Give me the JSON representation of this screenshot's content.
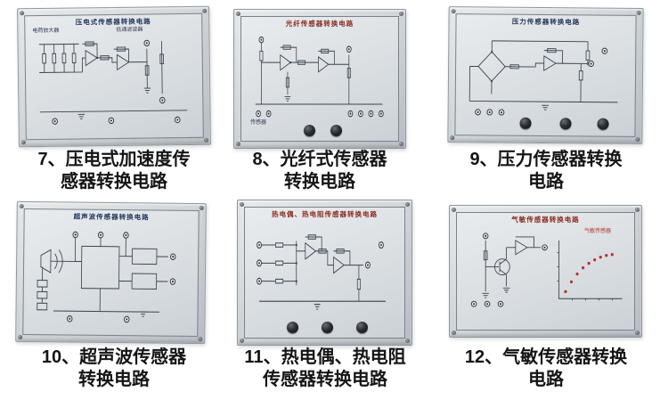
{
  "page": {
    "background": "#ffffff"
  },
  "colors": {
    "panel_frame": "#c9ced3",
    "panel_face": "#dfe3e6",
    "title_blue": "#23365c",
    "title_red": "#8a2a20",
    "schematic_line": "#39424c",
    "graph_dots_red": "#b5332a",
    "caption_text": "#151515"
  },
  "panels": [
    {
      "number": "7",
      "panel_title": "压电式传感器转换电路",
      "labels": [
        "电荷放大器",
        "低通滤波器"
      ],
      "caption_line1": "7、压电式加速度传",
      "caption_line2": "感器转换电路"
    },
    {
      "number": "8",
      "panel_title": "光纤传感器转换电路",
      "labels": [
        "传感器"
      ],
      "caption_line1": "8、光纤式传感器",
      "caption_line2": "转换电路"
    },
    {
      "number": "9",
      "panel_title": "压力传感器转换电路",
      "labels": [],
      "caption_line1": "9、压力传感器转换",
      "caption_line2": "电路"
    },
    {
      "number": "10",
      "panel_title": "超声波传感器转换电路",
      "labels": [],
      "caption_line1": "10、超声波传感器",
      "caption_line2": "转换电路"
    },
    {
      "number": "11",
      "panel_title": "热电偶、热电阻传感器转换电路",
      "labels": [],
      "caption_line1": "11、热电偶、热电阻",
      "caption_line2": "传感器转换电路"
    },
    {
      "number": "12",
      "panel_title": "气敏传感器转换电路",
      "labels": [
        "气敏传感器"
      ],
      "caption_line1": "12、气敏传感器转换",
      "caption_line2": "电路"
    }
  ]
}
